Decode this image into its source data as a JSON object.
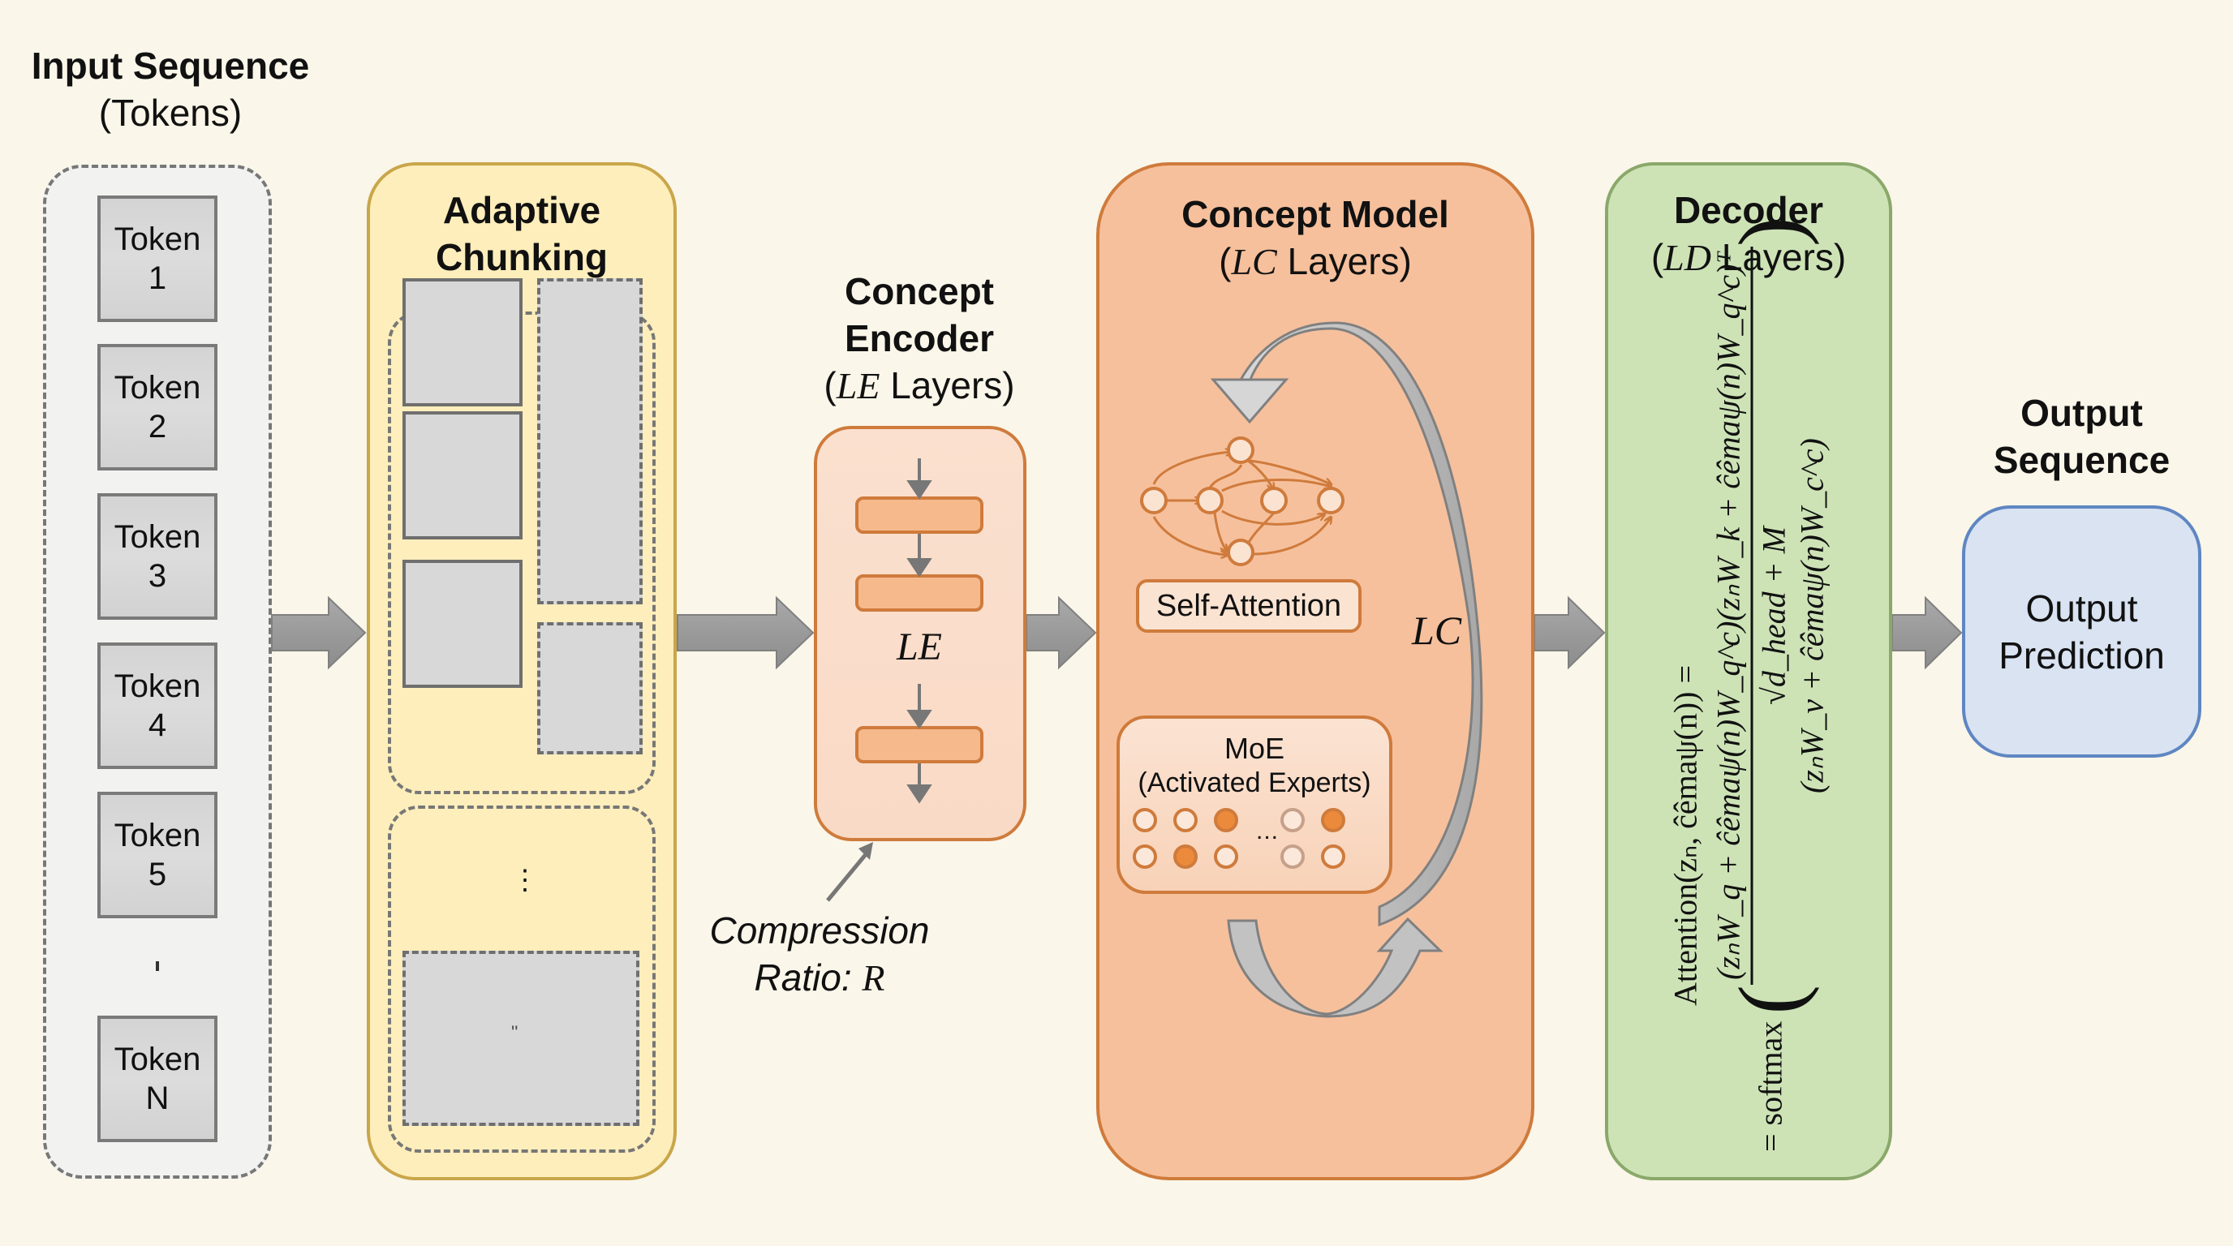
{
  "input": {
    "title": "Input Sequence",
    "subtitle": "(Tokens)",
    "tokens": [
      {
        "label": "Token",
        "index": "1"
      },
      {
        "label": "Token",
        "index": "2"
      },
      {
        "label": "Token",
        "index": "3"
      },
      {
        "label": "Token",
        "index": "4"
      },
      {
        "label": "Token",
        "index": "5"
      },
      {
        "label": "Token",
        "index": "N"
      }
    ],
    "ellipsis": "·"
  },
  "chunking": {
    "title_line1": "Adaptive",
    "title_line2": "Chunking",
    "ellipsis": "⋮",
    "inner_mark": "''"
  },
  "encoder": {
    "title_line1": "Concept",
    "title_line2": "Encoder",
    "subtitle_var": "LE",
    "subtitle_rest": " Layers)",
    "subtitle_open": "(",
    "stack_label": "LE",
    "annotation_line1": "Compression",
    "annotation_line2_text": "Ratio: ",
    "annotation_line2_var": "R"
  },
  "concept_model": {
    "title": "Concept Model",
    "subtitle_open": "(",
    "subtitle_var": "LC",
    "subtitle_rest": " Layers)",
    "self_attention_label": "Self-Attention",
    "loop_label": "LC",
    "moe_title": "MoE",
    "moe_subtitle": "(Activated Experts)",
    "moe_ellipsis": "...",
    "experts_row1": [
      "inactive",
      "inactive",
      "active",
      "dim",
      "active"
    ],
    "experts_row2": [
      "inactive",
      "active",
      "inactive",
      "dim",
      "inactive"
    ]
  },
  "decoder": {
    "title": "Decoder",
    "subtitle_open": "(",
    "subtitle_var": "LD",
    "subtitle_rest": " Layers)",
    "formula_lhs": "Attention(z",
    "formula_line1": "Attention(zₙ, ĉêmaψ(n)) =",
    "formula_numerator": "(zₙW_q + ĉêmaψ(n)W_q^c)(zₙW_k + ĉêmaψ(n)W_q^c)ᵀ",
    "formula_denominator": "√d_head + M",
    "formula_value": "(zₙW_v + ĉêmaψ(n)W_c^c)",
    "formula_prefix": "= softmax"
  },
  "output": {
    "title_line1": "Output",
    "title_line2": "Sequence",
    "box_line1": "Output",
    "box_line2": "Prediction"
  },
  "colors": {
    "background": "#faf6e9",
    "input_fill": "#f2f2f0",
    "chunking_fill": "#fdeebb",
    "chunking_border": "#c9a64a",
    "encoder_border": "#cf7b3c",
    "concept_fill": "#f6c09c",
    "expert_active": "#ec8a3c",
    "decoder_fill": "#cde3b6",
    "decoder_border": "#8aa86a",
    "output_fill": "#d9e3f2",
    "output_border": "#5f86c2",
    "arrow_gray": "#9a9a9a"
  }
}
